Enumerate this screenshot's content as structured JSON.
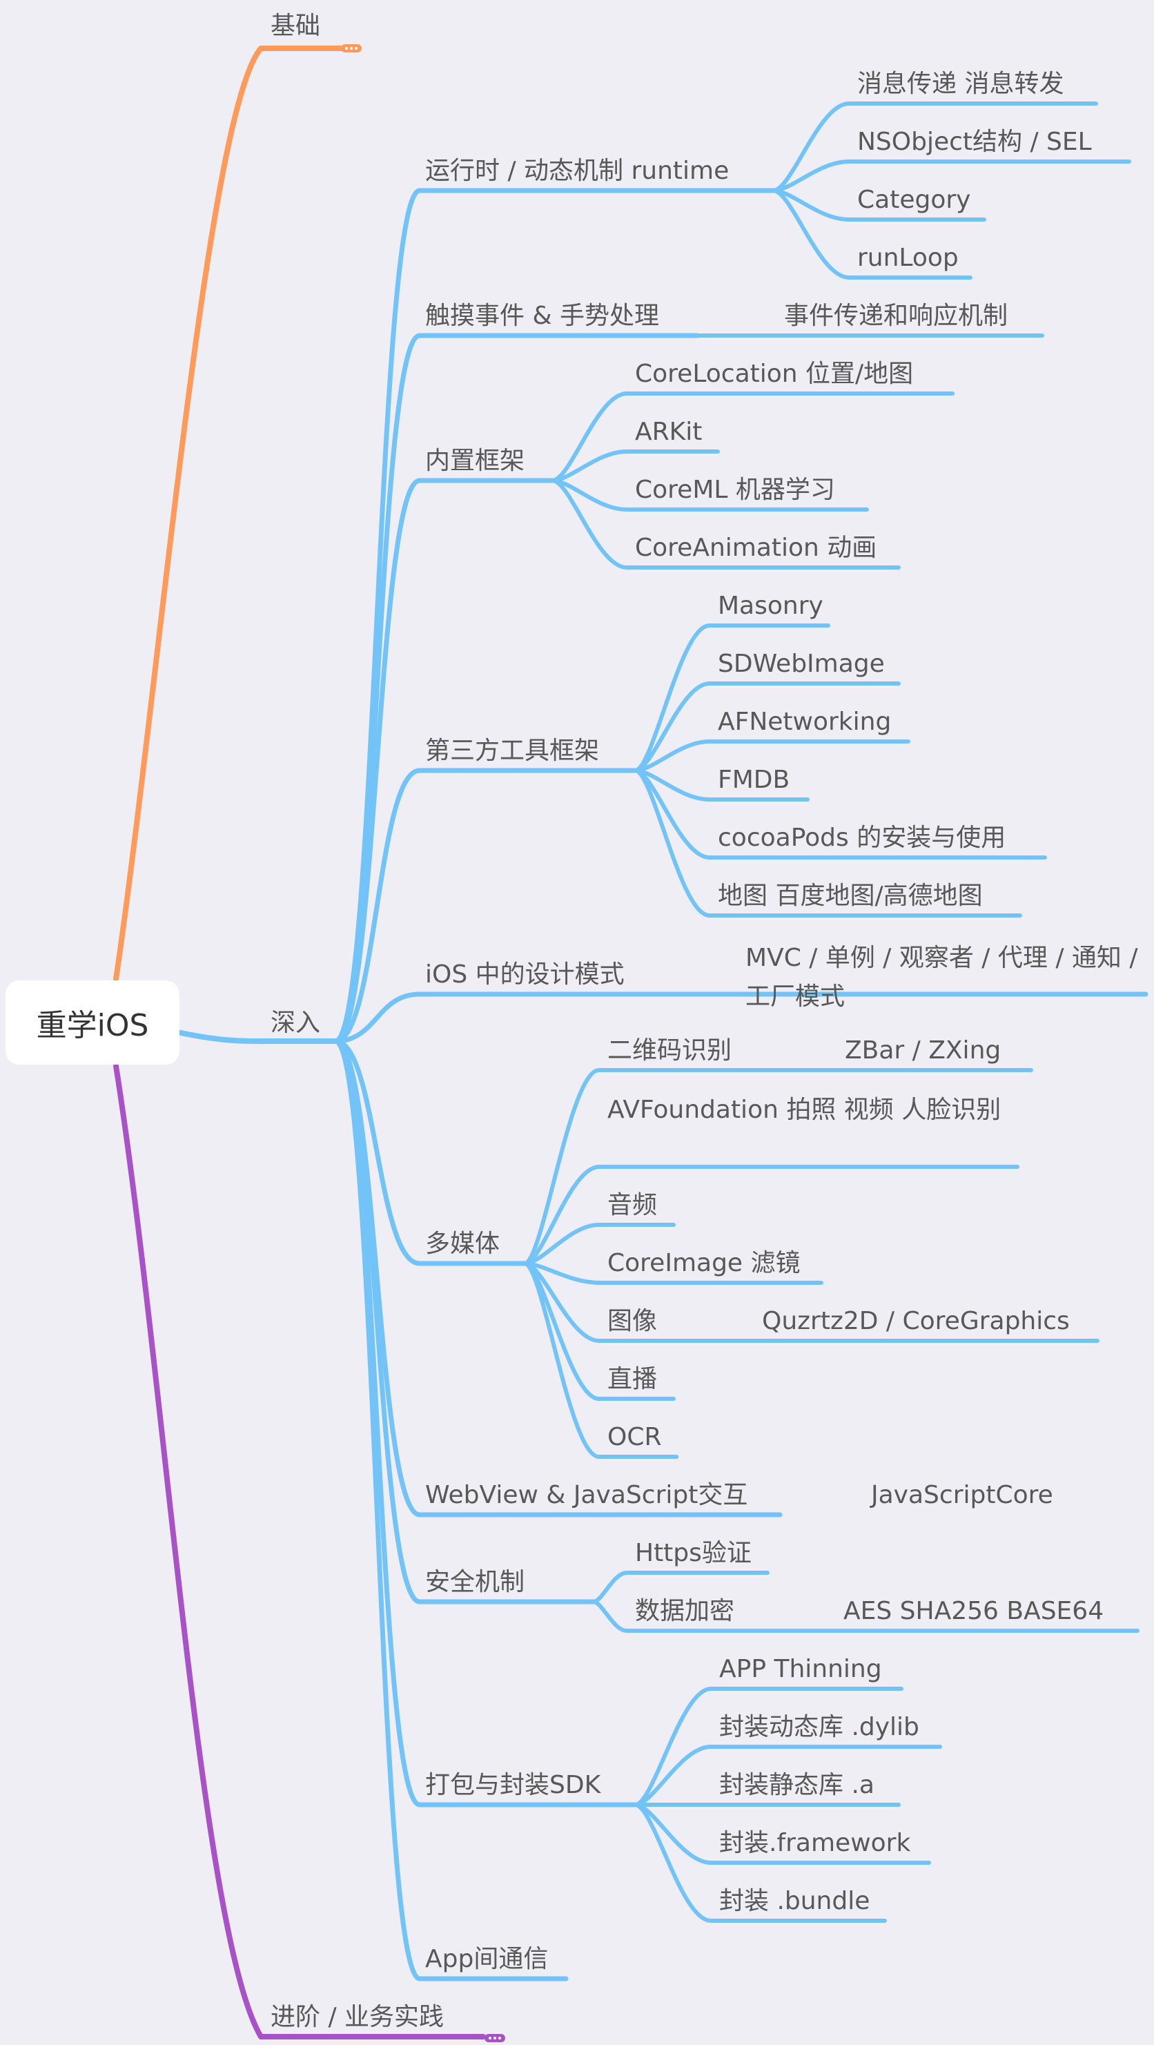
{
  "colors": {
    "background": "#efeef4",
    "basic_branch": "#ff9a5a",
    "deep_branch": "#72c3f7",
    "advanced_branch": "#a952c8",
    "text": "#585858",
    "root_text": "#333333"
  },
  "root": {
    "label": "重学iOS"
  },
  "branches": {
    "basic": {
      "label": "基础"
    },
    "deep": {
      "label": "深入",
      "topics": {
        "runtime": {
          "label": "运行时 / 动态机制 runtime",
          "items": [
            "消息传递 消息转发",
            "NSObject结构 / SEL",
            "Category",
            "runLoop"
          ]
        },
        "touch": {
          "label": "触摸事件 & 手势处理",
          "items": [
            "事件传递和响应机制"
          ]
        },
        "builtin": {
          "label": "内置框架",
          "items": [
            "CoreLocation 位置/地图",
            "ARKit",
            "CoreML 机器学习",
            "CoreAnimation 动画"
          ]
        },
        "third_party": {
          "label": "第三方工具框架",
          "items": [
            "Masonry",
            "SDWebImage",
            "AFNetworking",
            "FMDB",
            "cocoaPods 的安装与使用",
            "地图 百度地图/高德地图"
          ]
        },
        "patterns": {
          "label": "iOS 中的设计模式",
          "items": [
            "MVC / 单例 / 观察者 / 代理 / 通知 / 工厂模式"
          ]
        },
        "multimedia": {
          "label": "多媒体",
          "items": [
            {
              "label": "二维码识别",
              "child": "ZBar / ZXing"
            },
            {
              "label": "AVFoundation 拍照 视频 人脸识别"
            },
            {
              "label": "音频"
            },
            {
              "label": "CoreImage 滤镜"
            },
            {
              "label": "图像",
              "child": "Quzrtz2D / CoreGraphics"
            },
            {
              "label": "直播"
            },
            {
              "label": "OCR"
            }
          ]
        },
        "webview": {
          "label": "WebView & JavaScript交互",
          "items": [
            "JavaScriptCore"
          ]
        },
        "security": {
          "label": "安全机制",
          "items": [
            {
              "label": "Https验证"
            },
            {
              "label": "数据加密",
              "child": "AES SHA256 BASE64"
            }
          ]
        },
        "packaging": {
          "label": "打包与封装SDK",
          "items": [
            "APP Thinning",
            "封装动态库 .dylib",
            "封装静态库 .a",
            "封装.framework",
            "封装 .bundle"
          ]
        },
        "ipc": {
          "label": "App间通信"
        }
      }
    },
    "advanced": {
      "label": "进阶 / 业务实践"
    }
  }
}
